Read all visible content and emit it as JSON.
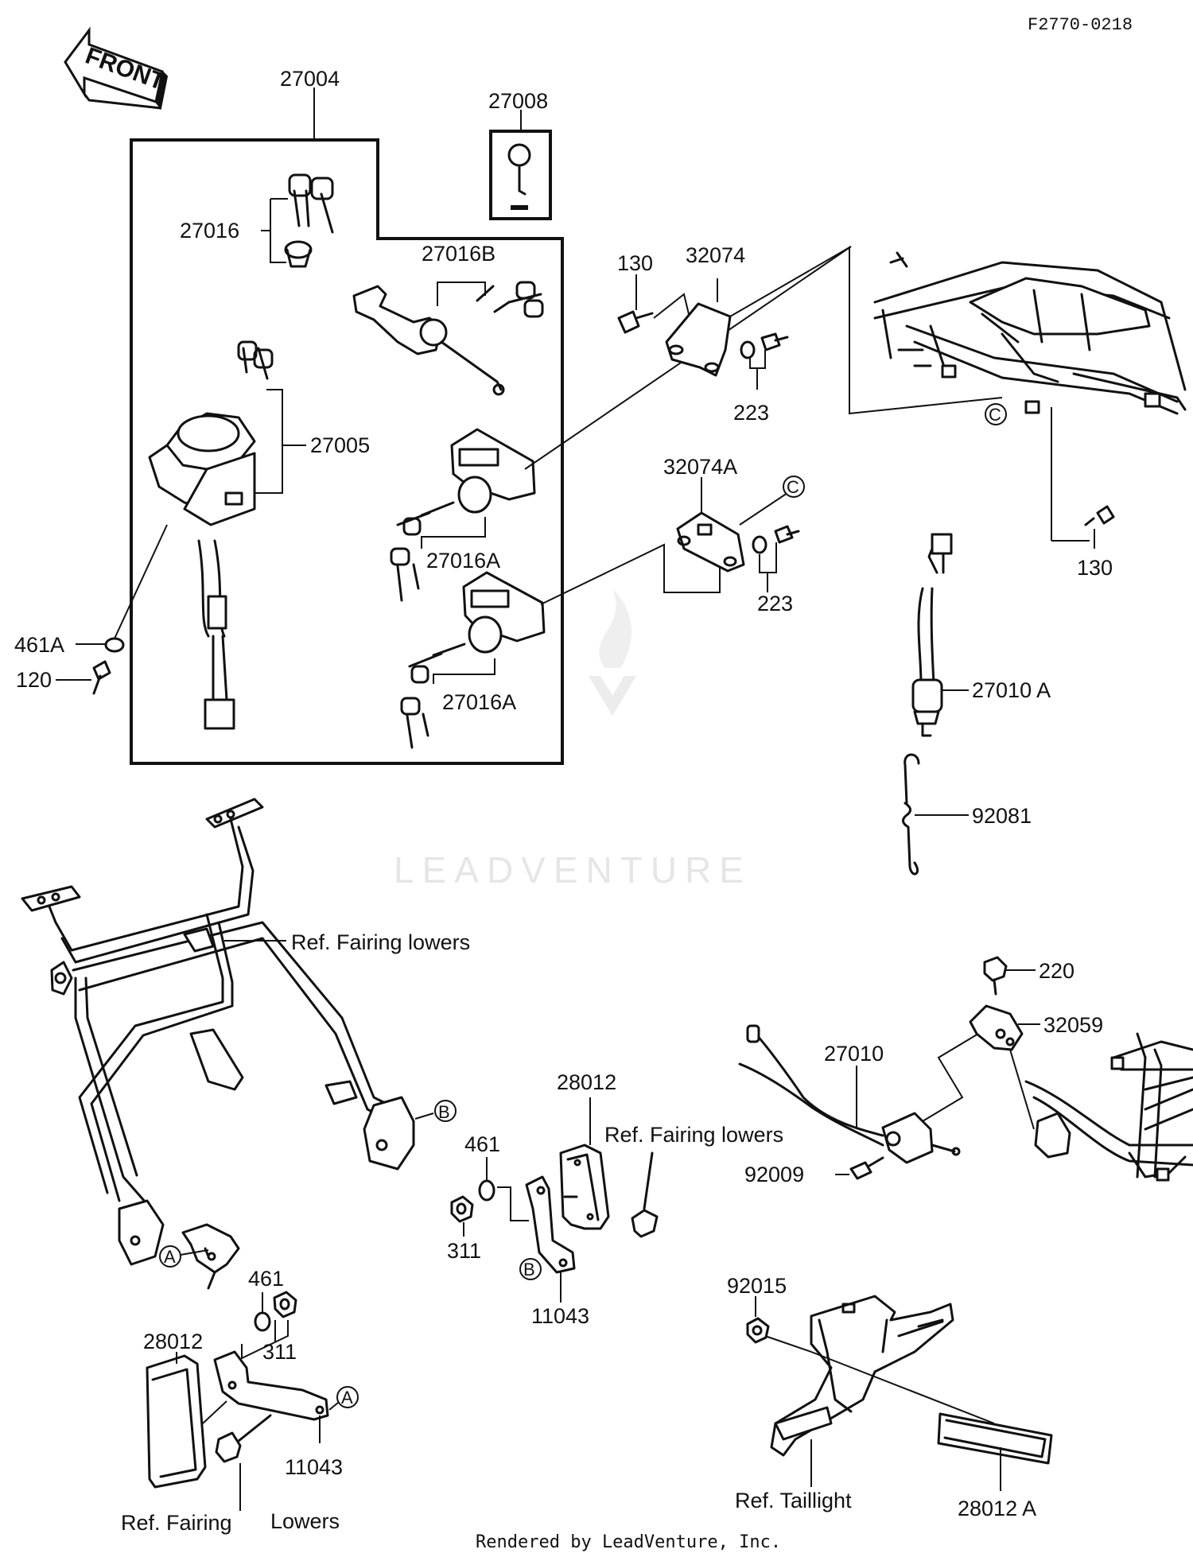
{
  "diagram_code": "F2770-0218",
  "front_label": "FRONT",
  "watermark": "LEADVENTURE",
  "footer": "Rendered by LeadVenture, Inc.",
  "labels": {
    "p27004": "27004",
    "p27008": "27008",
    "p27016": "27016",
    "p27016B": "27016B",
    "p27005": "27005",
    "p27016A_1": "27016A",
    "p27016A_2": "27016A",
    "p461A": "461A",
    "p120": "120",
    "p130_1": "130",
    "p32074": "32074",
    "p223_1": "223",
    "p32074A": "32074A",
    "p223_2": "223",
    "p130_2": "130",
    "p27010A": "27010 A",
    "p92081": "92081",
    "ref_fairing_lowers_1": "Ref.  Fairing lowers",
    "p220": "220",
    "p32059": "32059",
    "p27010": "27010",
    "p92009": "92009",
    "p28012_1": "28012",
    "ref_fairing_lowers_2": "Ref.  Fairing lowers",
    "p461_1": "461",
    "p311_1": "311",
    "p11043_1": "11043",
    "p461_2": "461",
    "p311_2": "311",
    "p28012_2": "28012",
    "p11043_2": "11043",
    "ref_fairing_lowers_3a": "Ref.  Fairing",
    "ref_fairing_lowers_3b": "Lowers",
    "p92015": "92015",
    "ref_taillight": "Ref.  Taillight",
    "p28012A": "28012 A"
  },
  "callouts": {
    "A1": "A",
    "A2": "A",
    "B1": "B",
    "B2": "B",
    "C1": "C",
    "C2": "C"
  }
}
